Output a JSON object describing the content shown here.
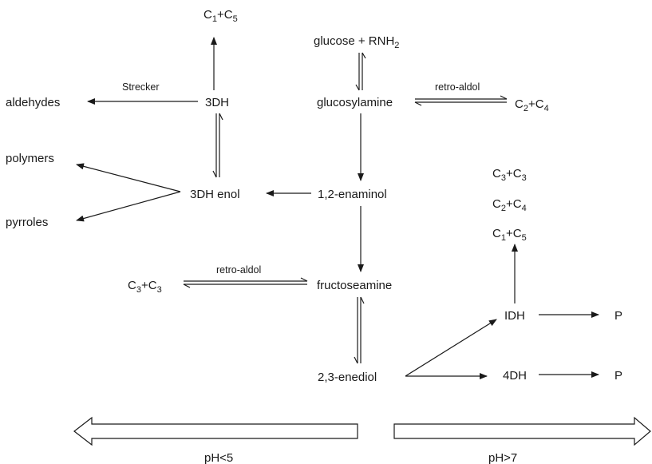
{
  "nodes": {
    "glucose_rnh2": "glucose + RNH",
    "glucose_rnh2_sub": "2",
    "glucosylamine": "glucosylamine",
    "c2c4_top_a": "C",
    "c2c4_top_s1": "2",
    "c2c4_top_b": "+C",
    "c2c4_top_s2": "4",
    "c1c5_top_a": "C",
    "c1c5_top_s1": "1",
    "c1c5_top_b": "+C",
    "c1c5_top_s2": "5",
    "threedh": "3DH",
    "aldehydes": "aldehydes",
    "polymers": "polymers",
    "pyrroles": "pyrroles",
    "threedh_enol": "3DH enol",
    "enaminol": "1,2-enaminol",
    "fructoseamine": "fructoseamine",
    "c3c3_left_a": "C",
    "c3c3_left_s1": "3",
    "c3c3_left_b": "+C",
    "c3c3_left_s2": "3",
    "enediol": "2,3-enediol",
    "idh": "IDH",
    "fourdh": "4DH",
    "p_upper": "P",
    "p_lower": "P",
    "r_c3c3_a": "C",
    "r_c3c3_s1": "3",
    "r_c3c3_b": "+C",
    "r_c3c3_s2": "3",
    "r_c2c4_a": "C",
    "r_c2c4_s1": "2",
    "r_c2c4_b": "+C",
    "r_c2c4_s2": "4",
    "r_c1c5_a": "C",
    "r_c1c5_s1": "1",
    "r_c1c5_b": "+C",
    "r_c1c5_s2": "5"
  },
  "edge_labels": {
    "strecker": "Strecker",
    "retro_aldol_top": "retro-aldol",
    "retro_aldol_left": "retro-aldol"
  },
  "ph": {
    "acid": "pH<5",
    "base": "pH>7"
  }
}
